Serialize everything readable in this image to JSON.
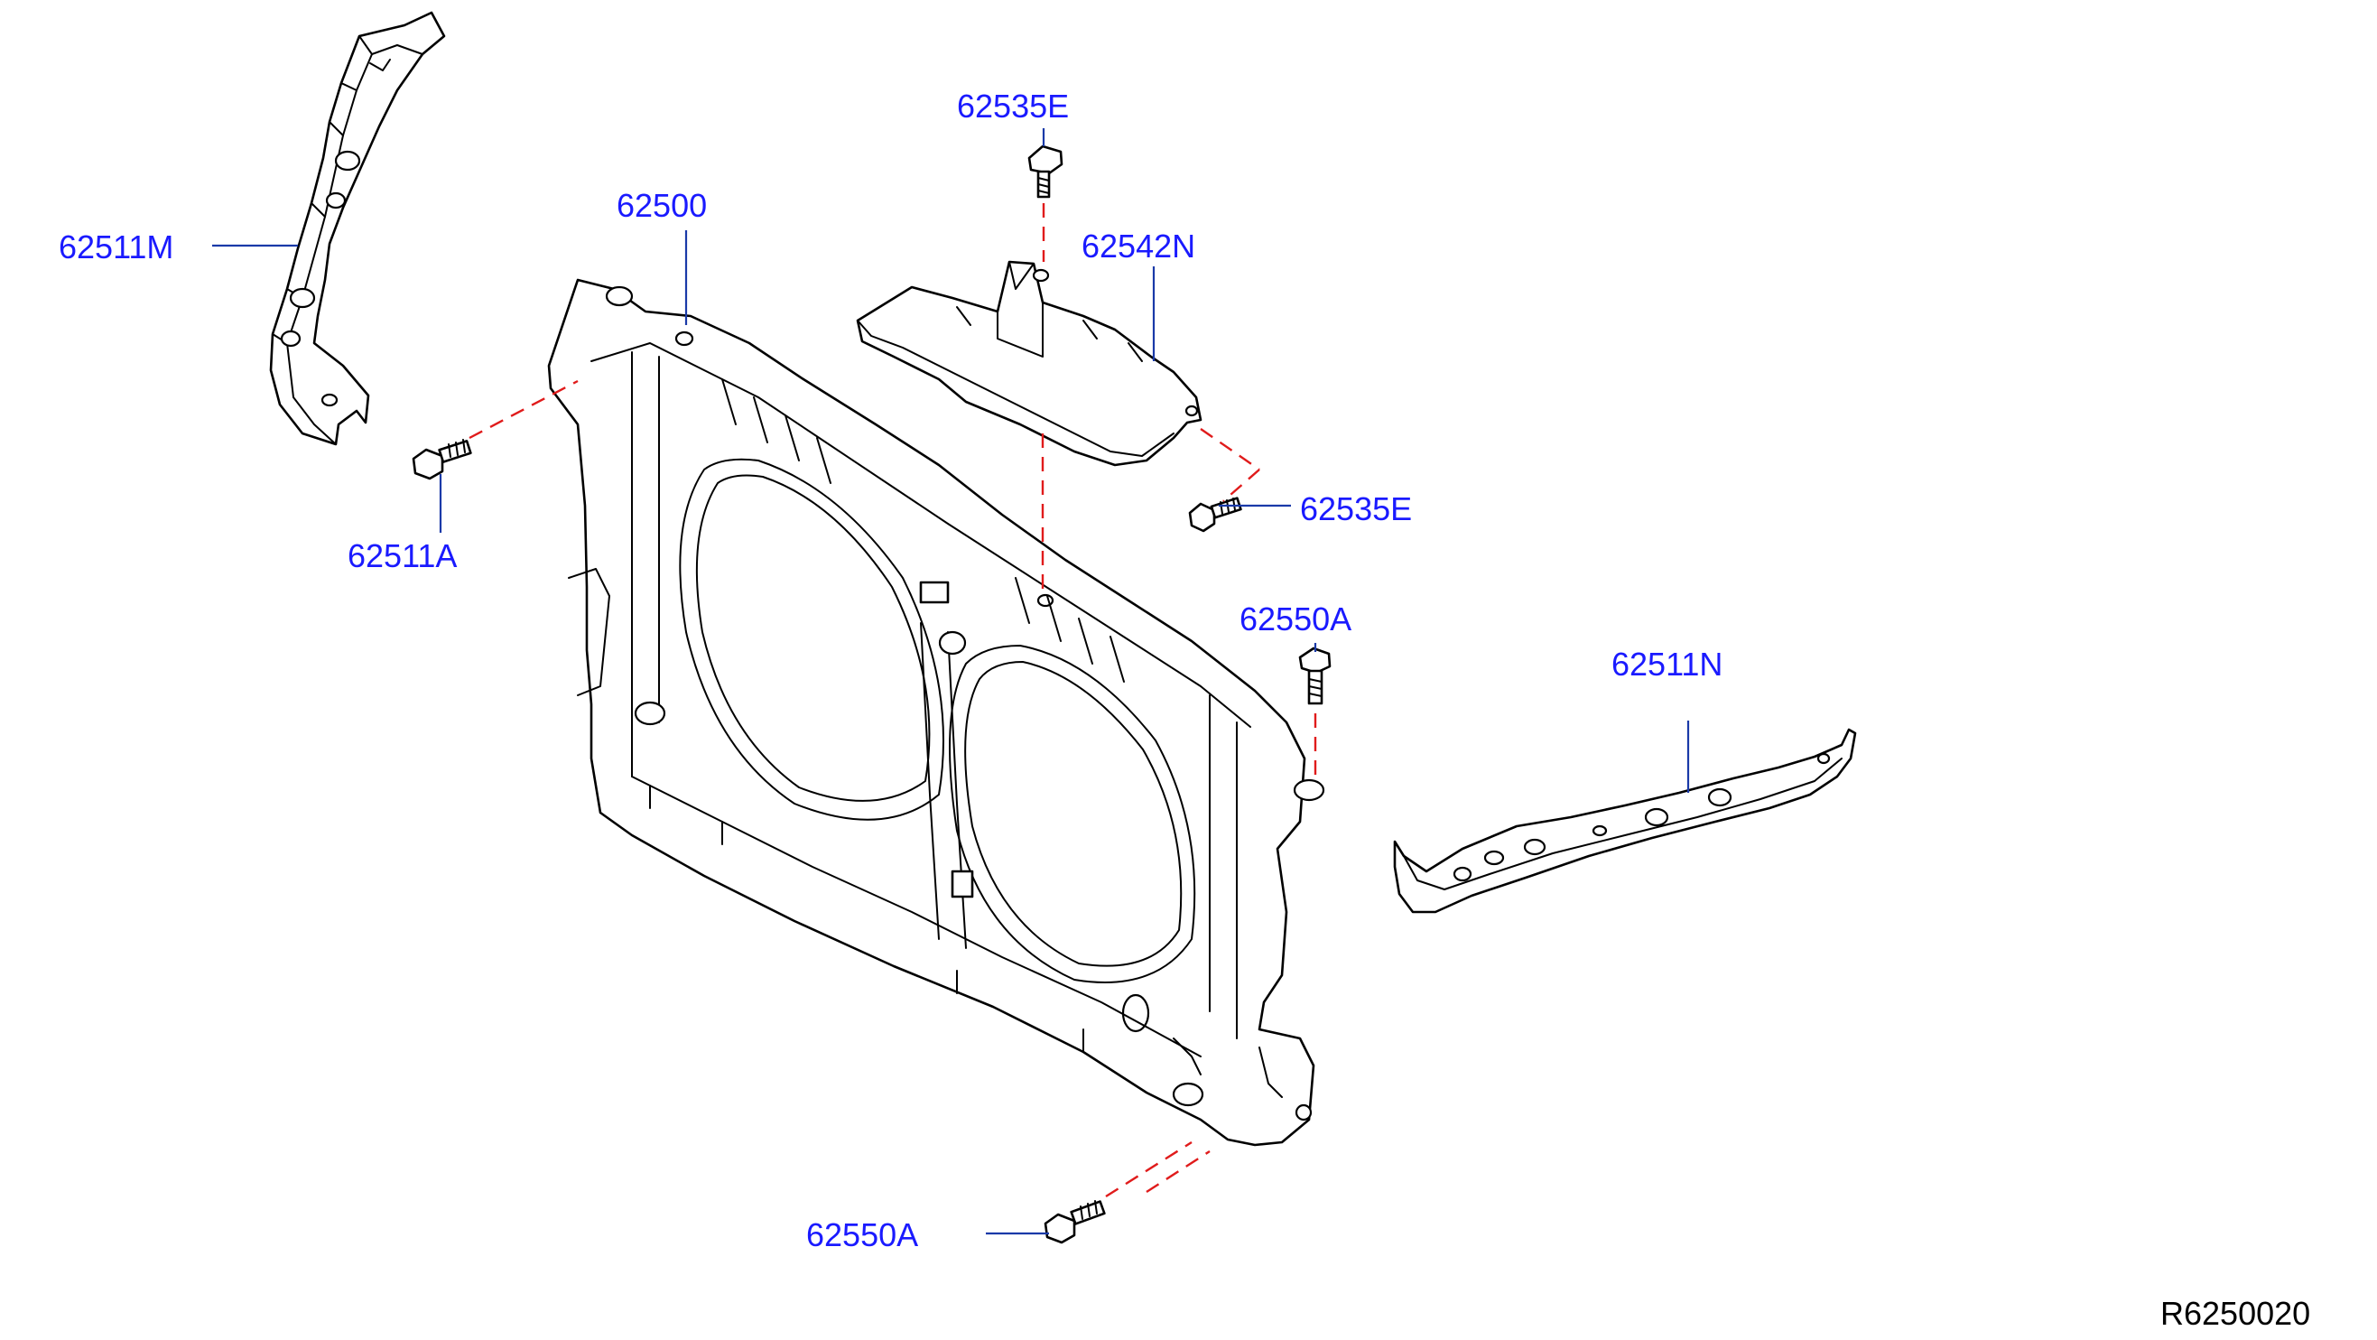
{
  "diagram": {
    "labels": {
      "p62511M": "62511M",
      "p62500": "62500",
      "p62535E_top": "62535E",
      "p62542N": "62542N",
      "p62535E_right": "62535E",
      "p62511A": "62511A",
      "p62550A_mid": "62550A",
      "p62511N": "62511N",
      "p62550A_bottom": "62550A"
    },
    "drawing_id": "R6250020",
    "colors": {
      "label": "#1a1aff",
      "leader": "#1a3aa8",
      "phantom_line": "#e01b1b",
      "outline": "#000000",
      "background": "#ffffff"
    }
  }
}
